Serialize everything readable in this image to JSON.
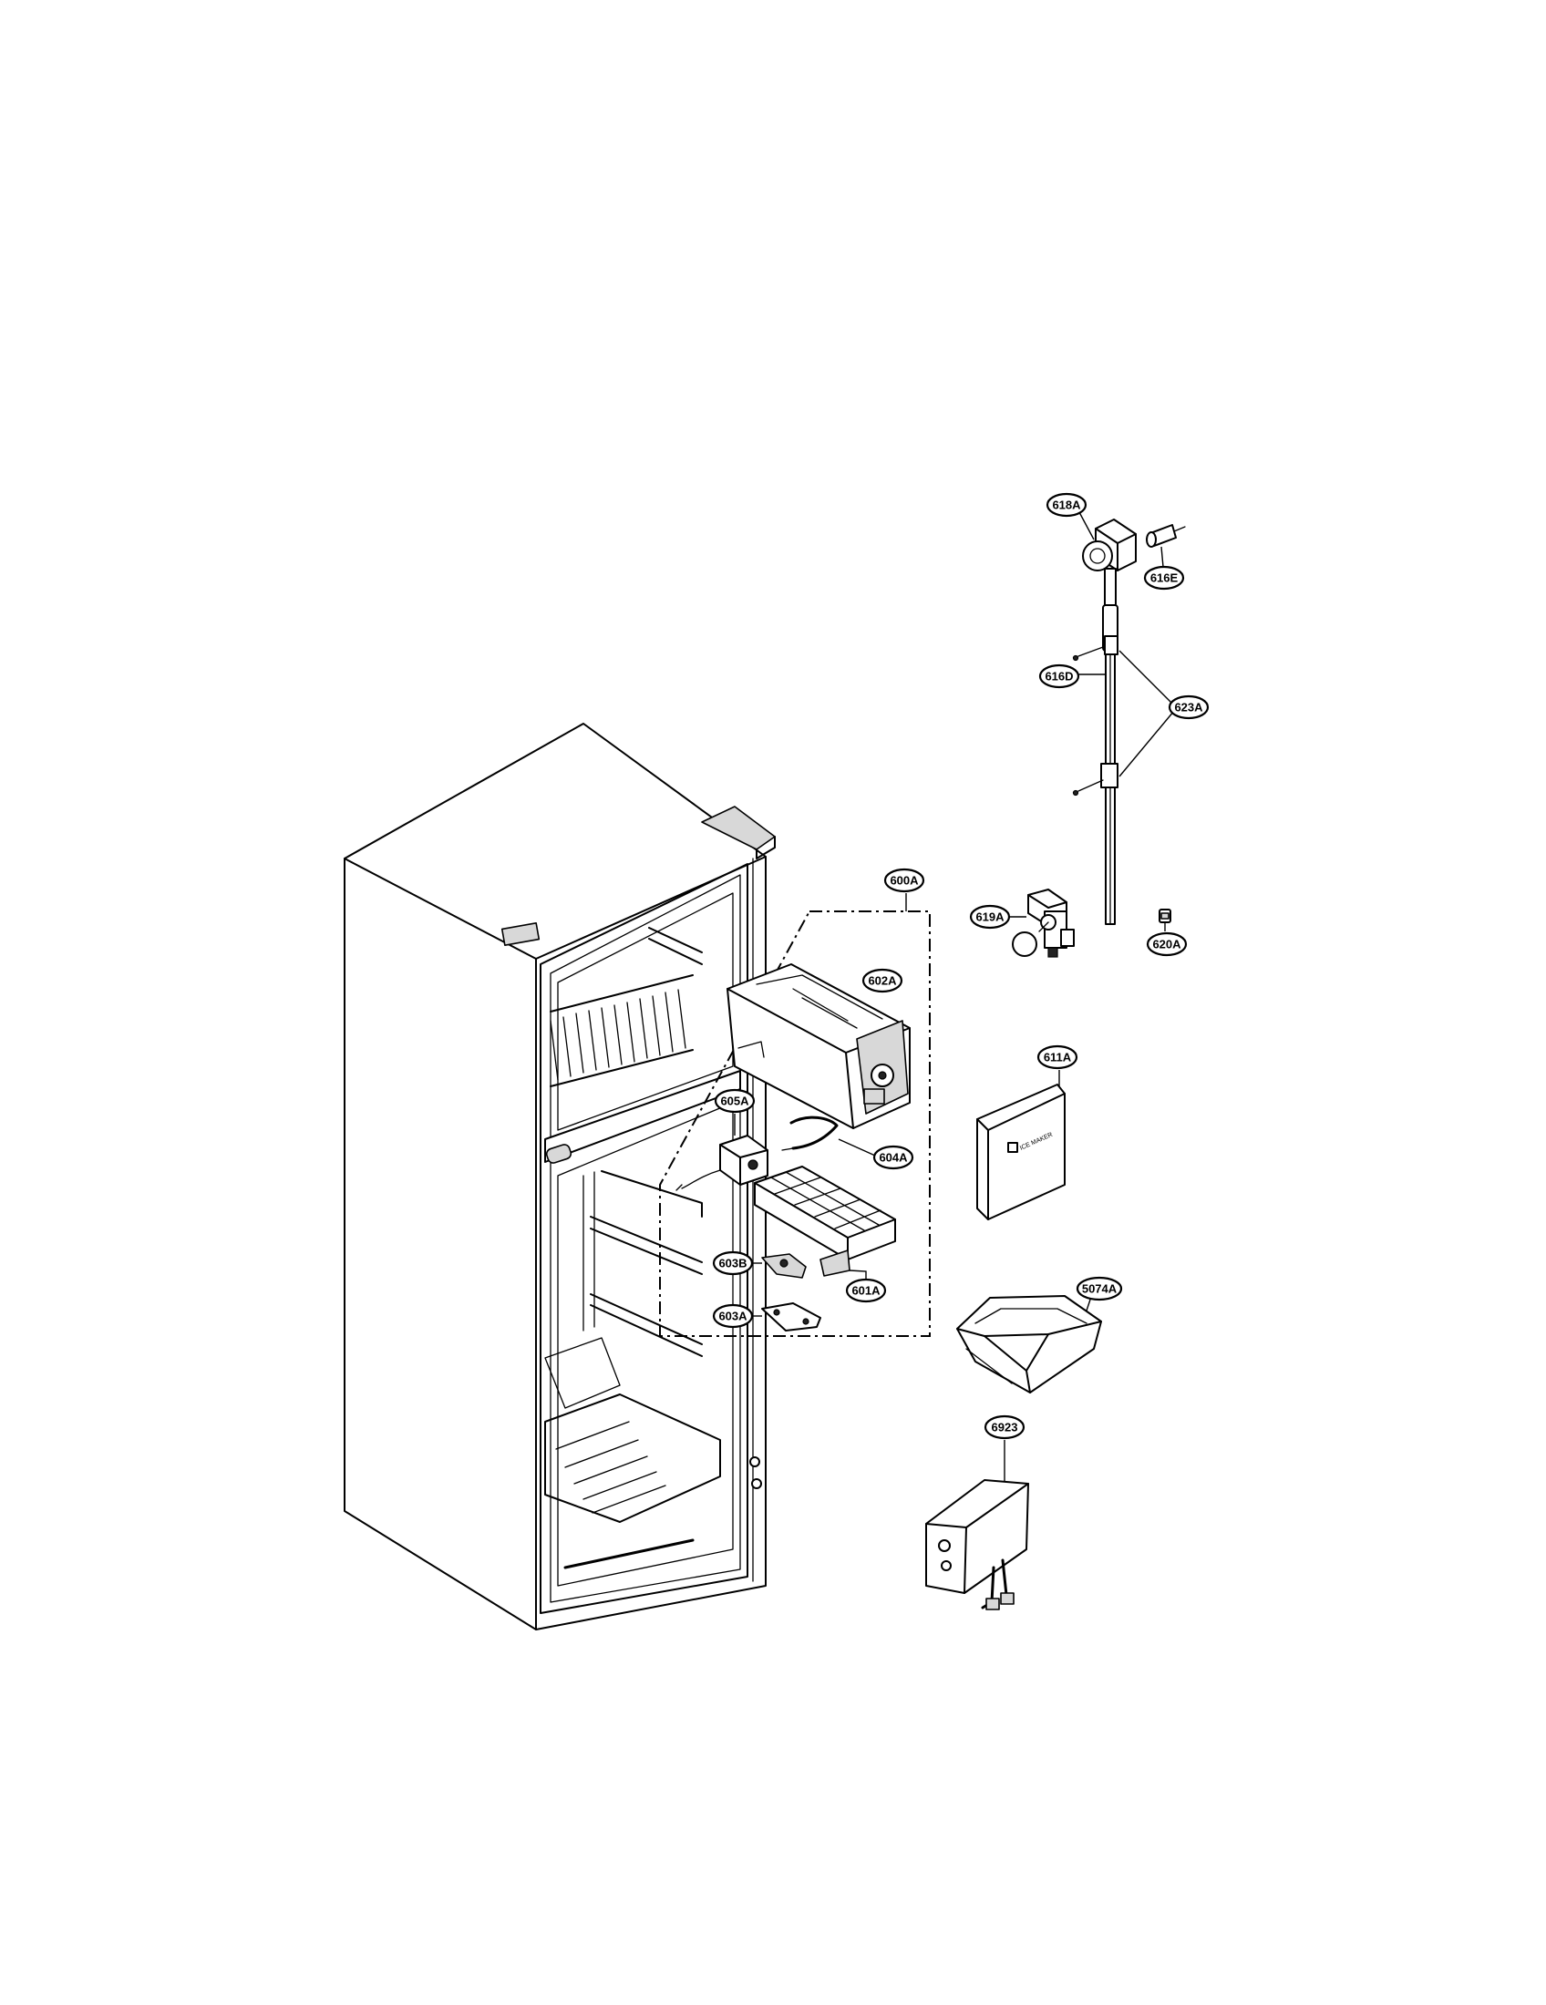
{
  "diagram": {
    "callouts": {
      "c618A": "618A",
      "c616E": "616E",
      "c616D": "616D",
      "c623A": "623A",
      "c600A": "600A",
      "c619A": "619A",
      "c620A": "620A",
      "c602A": "602A",
      "c611A": "611A",
      "c605A": "605A",
      "c604A": "604A",
      "c603B": "603B",
      "c601A": "601A",
      "c603A": "603A",
      "c5074A": "5074A",
      "c6923": "6923"
    },
    "ice_bin_front_text": "ICE MAKER",
    "icons": [
      "refrigerator-cabinet",
      "ice-maker-assembly",
      "water-valve",
      "water-tube",
      "ice-bin",
      "ice-bin-cover",
      "control-box"
    ]
  }
}
